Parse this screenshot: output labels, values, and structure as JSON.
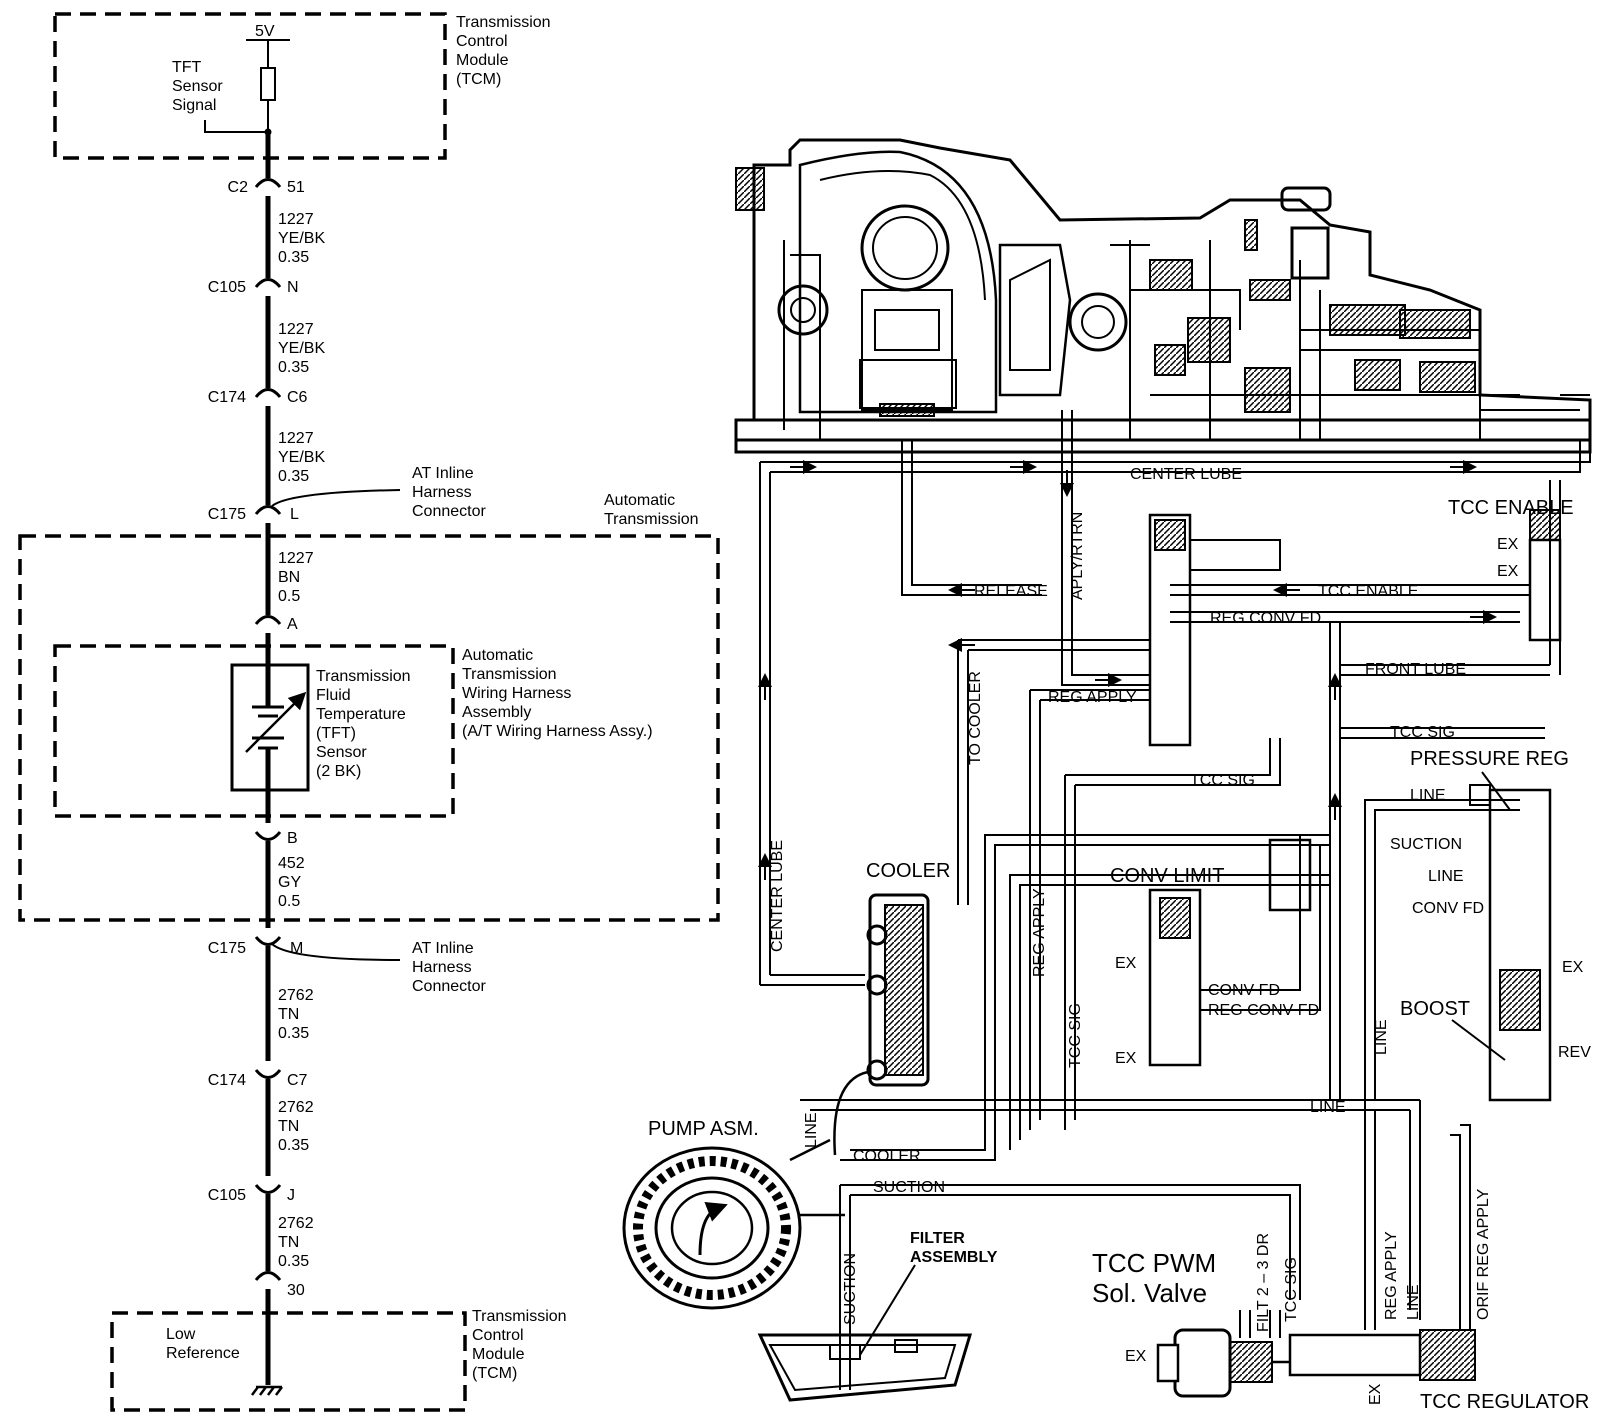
{
  "wiring": {
    "tcm_top": {
      "title_lines": [
        "Transmission",
        "Control",
        "Module",
        "(TCM)"
      ],
      "voltage": "5V",
      "signal_lines": [
        "TFT",
        "Sensor",
        "Signal"
      ]
    },
    "connectors": [
      {
        "left": "C2",
        "right": "51"
      },
      {
        "left": "C105",
        "right": "N"
      },
      {
        "left": "C174",
        "right": "C6"
      },
      {
        "left": "C175",
        "right": "L"
      },
      {
        "left": "",
        "right": "A"
      },
      {
        "left": "",
        "right": "B"
      },
      {
        "left": "C175",
        "right": "M"
      },
      {
        "left": "C174",
        "right": "C7"
      },
      {
        "left": "C105",
        "right": "J"
      },
      {
        "left": "",
        "right": "30"
      }
    ],
    "wires": [
      [
        "1227",
        "YE/BK",
        "0.35"
      ],
      [
        "1227",
        "YE/BK",
        "0.35"
      ],
      [
        "1227",
        "YE/BK",
        "0.35"
      ],
      [
        "1227",
        "BN",
        "0.5"
      ],
      [
        "452",
        "GY",
        "0.5"
      ],
      [
        "2762",
        "TN",
        "0.35"
      ],
      [
        "2762",
        "TN",
        "0.35"
      ],
      [
        "2762",
        "TN",
        "0.35"
      ]
    ],
    "inline_connector_top": [
      "AT Inline",
      "Harness",
      "Connector"
    ],
    "inline_connector_bottom": [
      "AT Inline",
      "Harness",
      "Connector"
    ],
    "auto_trans_label": [
      "Automatic",
      "Transmission"
    ],
    "harness_label": [
      "Automatic",
      "Transmission",
      "Wiring Harness",
      "Assembly",
      "(A/T Wiring Harness Assy.)"
    ],
    "sensor_label": [
      "Transmission",
      "Fluid",
      "Temperature",
      "(TFT)",
      "Sensor",
      "(2 BK)"
    ],
    "tcm_bottom": {
      "title_lines": [
        "Transmission",
        "Control",
        "Module",
        "(TCM)"
      ],
      "ref_lines": [
        "Low",
        "Reference"
      ]
    }
  },
  "hydraulic": {
    "center_lube_top": "CENTER LUBE",
    "center_lube_left": "CENTER LUBE",
    "tcc_enable_title": "TCC ENABLE",
    "ex": "EX",
    "aply_rtrn": "APLY/RTRN",
    "release": "RELEASE",
    "tcc_enable": "TCC ENABLE",
    "reg_conv_fd": "REG CONV FD",
    "front_lube": "FRONT LUBE",
    "to_cooler": "TO COOLER",
    "reg_apply": "REG APPLY",
    "tcc_sig": "TCC SIG",
    "pressure_reg": "PRESSURE REG",
    "line": "LINE",
    "suction": "SUCTION",
    "conv_fd": "CONV FD",
    "conv_limit": "CONV LIMIT",
    "boost": "BOOST",
    "rev": "REV",
    "cooler_title": "COOLER",
    "cooler": "COOLER",
    "pump_asm": "PUMP ASM.",
    "filter_assembly": [
      "FILTER",
      "ASSEMBLY"
    ],
    "tcc_pwm": [
      "TCC PWM",
      "Sol. Valve"
    ],
    "filt_2_3_dr": "FILT 2 – 3 DR",
    "orif_reg_apply": "ORIF REG APPLY",
    "tcc_regulator": "TCC REGULATOR"
  }
}
